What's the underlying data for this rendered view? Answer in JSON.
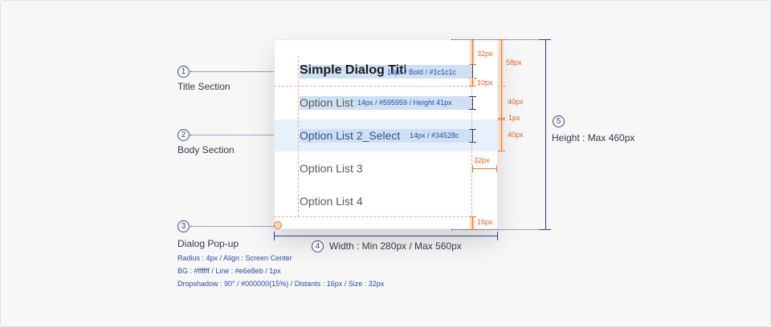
{
  "callouts": [
    {
      "num": "1",
      "label": "Title Section"
    },
    {
      "num": "2",
      "label": "Body Section"
    },
    {
      "num": "3",
      "label": "Dialog Pop-up"
    },
    {
      "num": "4",
      "label": "Width : Min 280px / Max 560px"
    },
    {
      "num": "5",
      "label": "Height : Max 460px"
    }
  ],
  "dialog_specs": [
    "Radius : 4px / Align : Screen Center",
    "BG : #ffffff / Line : #e6e8eb / 1px",
    "Dropshadow : 90° / #000000(15%) / Distants : 16px / Size : 32px"
  ],
  "dialog": {
    "title": "Simple Dialog Title",
    "title_note": "16px / Bold / #1c1c1c",
    "options": [
      {
        "label": "Option List",
        "note": "14px / #595959 / Height 41px"
      },
      {
        "label": "Option List 2_Select",
        "note": "14px / #34528c"
      },
      {
        "label": "Option List 3",
        "note": ""
      },
      {
        "label": "Option List 4",
        "note": ""
      }
    ]
  },
  "measurements": {
    "top_padding": "32px",
    "title_gap": "10px",
    "title_total": "58px",
    "row_height_1": "40px",
    "divider": "1px",
    "row_height_2": "40px",
    "side_padding": "32px",
    "bottom_padding": "16px"
  },
  "colors": {
    "accent_orange": "#e8762d",
    "navy": "#2c3f7a",
    "select_bg": "#e7f1fb",
    "select_text": "#34528c"
  }
}
